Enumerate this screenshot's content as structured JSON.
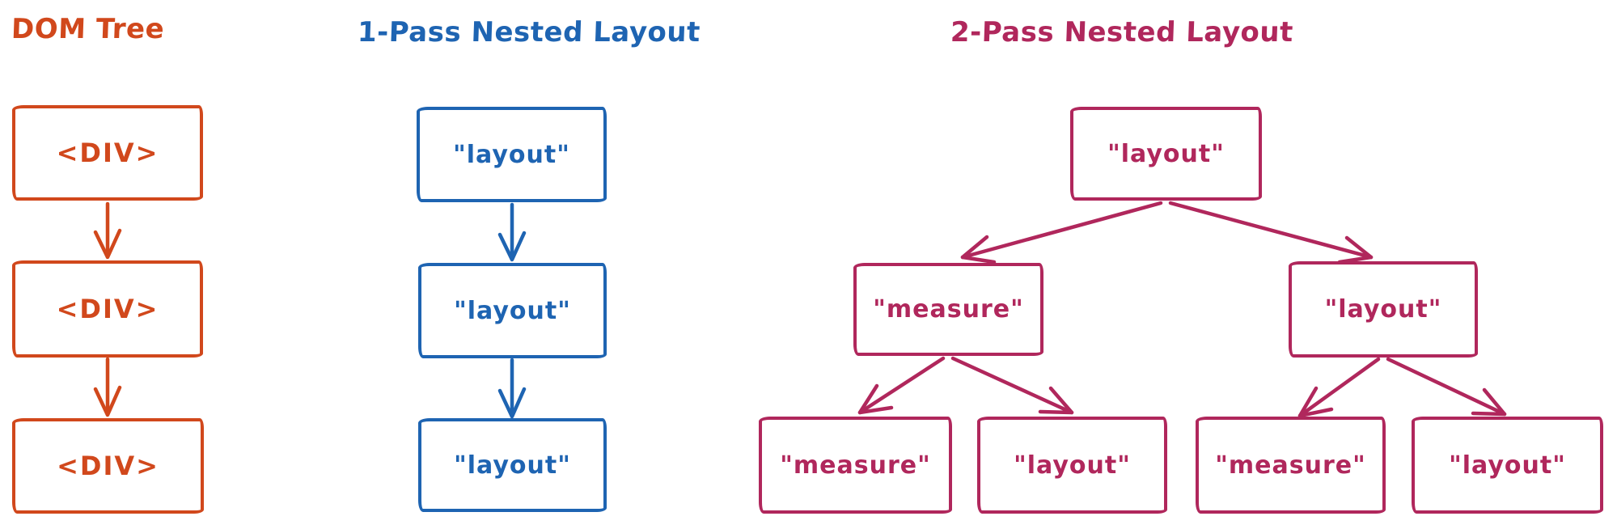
{
  "colors": {
    "dom": "#d1481c",
    "one_pass": "#1e64b2",
    "two_pass": "#b0275c"
  },
  "sections": {
    "dom": {
      "title": "DOM Tree",
      "nodes": [
        "<DIV>",
        "<DIV>",
        "<DIV>"
      ]
    },
    "one_pass": {
      "title": "1-Pass Nested Layout",
      "nodes": [
        "\"layout\"",
        "\"layout\"",
        "\"layout\""
      ]
    },
    "two_pass": {
      "title": "2-Pass Nested Layout",
      "root": "\"layout\"",
      "level2": [
        "\"measure\"",
        "\"layout\""
      ],
      "level3": [
        "\"measure\"",
        "\"layout\"",
        "\"measure\"",
        "\"layout\""
      ]
    }
  }
}
